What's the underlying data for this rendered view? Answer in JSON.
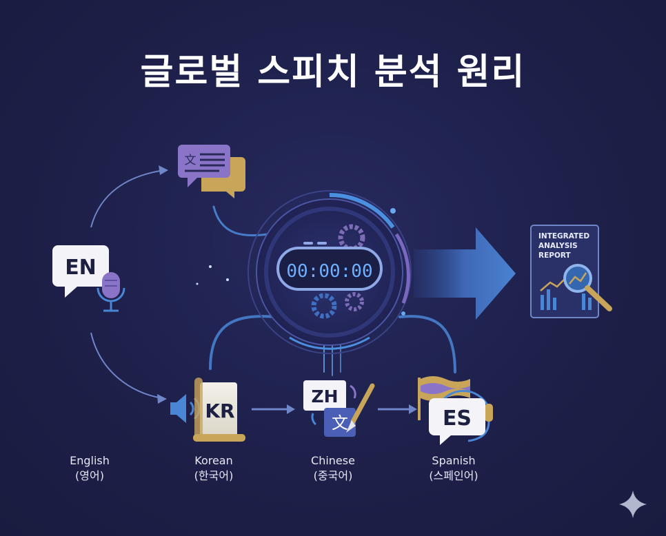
{
  "title": "글로벌 스피치 분석 원리",
  "timer": {
    "display": "00:00:00"
  },
  "report": {
    "line1": "INTEGRATED",
    "line2": "ANALYSIS",
    "line3": "REPORT"
  },
  "source_language": {
    "code": "EN",
    "name": "English",
    "native": "(영어)"
  },
  "languages": [
    {
      "code": "KR",
      "name": "Korean",
      "native": "(한국어)"
    },
    {
      "code": "ZH",
      "name": "Chinese",
      "native": "(중국어)"
    },
    {
      "code": "ES",
      "name": "Spanish",
      "native": "(스페인어)"
    }
  ],
  "translate_glyph": "文",
  "icons": {
    "microphone": "microphone-icon",
    "transcript": "chat-transcript-icon",
    "gears": "gear-icon",
    "speaker": "speaker-icon",
    "scroll": "scroll-icon",
    "brush": "brush-icon",
    "flag": "flag-icon",
    "headset": "headset-icon",
    "magnifier": "magnifier-icon",
    "sparkle": "sparkle-icon"
  },
  "colors": {
    "background": "#1d1f48",
    "accent_blue": "#4a86d6",
    "accent_purple": "#8a74c7",
    "gold": "#c9a55a",
    "white": "#ffffff"
  }
}
